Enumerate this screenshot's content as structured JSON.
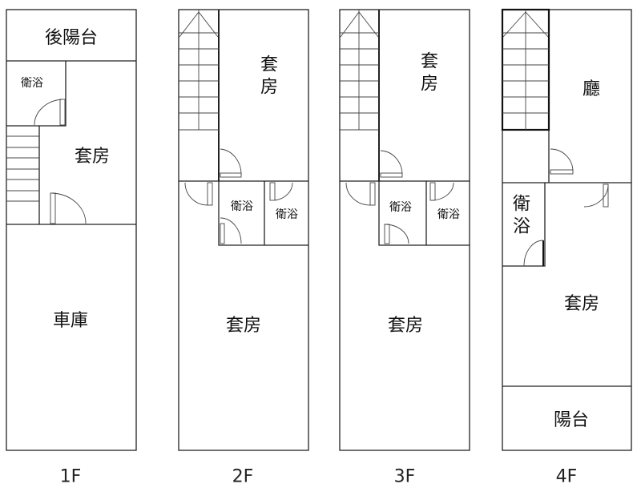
{
  "floors": [
    {
      "label": "1F",
      "rooms": {
        "rear_balcony": "後陽台",
        "bath": "衛浴",
        "suite": "套房",
        "garage": "車庫"
      }
    },
    {
      "label": "2F",
      "rooms": {
        "suite_front": "套房",
        "bath_a": "衛浴",
        "bath_b": "衛浴",
        "suite_back": "套房"
      }
    },
    {
      "label": "3F",
      "rooms": {
        "suite_front": "套房",
        "bath_a": "衛浴",
        "bath_b": "衛浴",
        "suite_back": "套房"
      }
    },
    {
      "label": "4F",
      "rooms": {
        "hall": "廳",
        "bath": "衛浴",
        "suite": "套房",
        "balcony": "陽台"
      }
    }
  ]
}
